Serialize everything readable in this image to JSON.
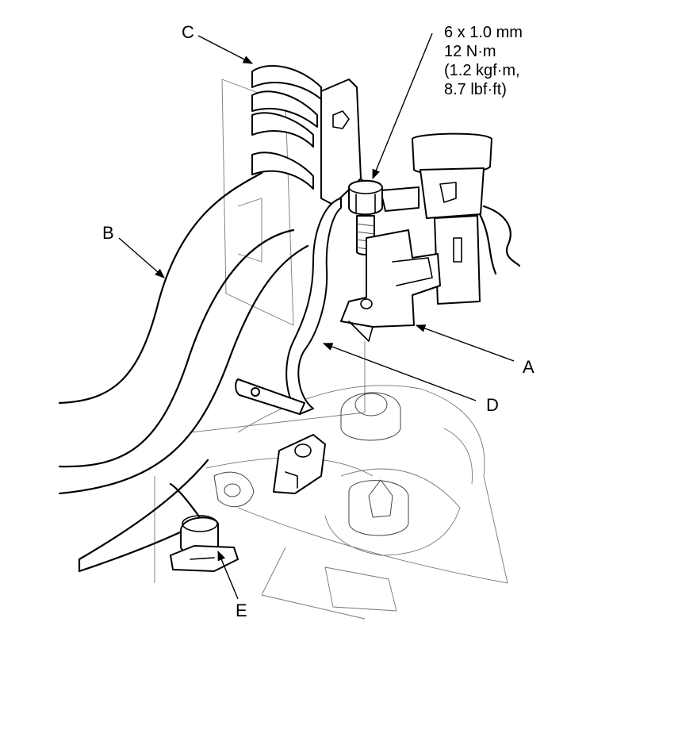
{
  "callouts": {
    "a": "A",
    "b": "B",
    "c": "C",
    "d": "D",
    "e": "E"
  },
  "torque_spec": {
    "line1": "6 x 1.0 mm",
    "line2": "12 N·m",
    "line3": "(1.2 kgf·m,",
    "line4": "8.7 lbf·ft)"
  }
}
